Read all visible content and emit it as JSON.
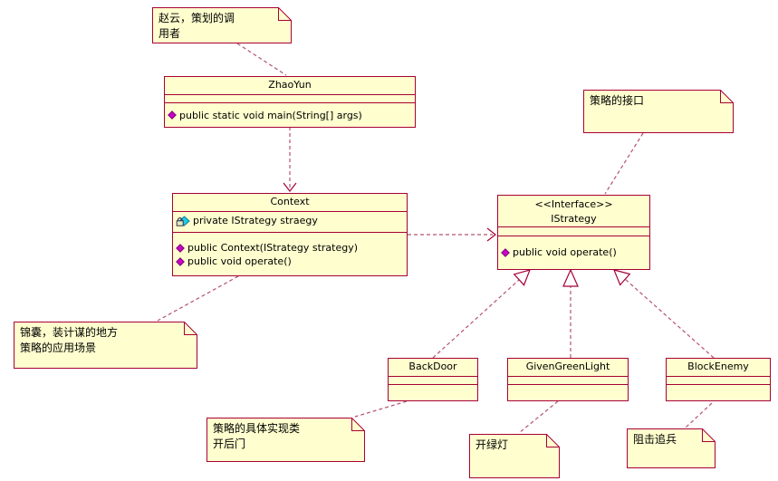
{
  "diagram": {
    "type": "uml-class-diagram",
    "colors": {
      "shape_fill": "#FEFECE",
      "shape_border": "#A80036",
      "connector": "#B5536E",
      "method_icon": "#C800C8",
      "attribute_icon": "#00B8D8",
      "background": "#FFFFFF"
    },
    "classes": {
      "zhaoyun": {
        "name": "ZhaoYun",
        "methods": [
          "public static void main(String[] args)"
        ]
      },
      "context": {
        "name": "Context",
        "attributes": [
          "private IStrategy straegy"
        ],
        "methods": [
          "public Context(IStrategy strategy)",
          "public void operate()"
        ]
      },
      "istrategy": {
        "stereotype": "<<Interface>>",
        "name": "IStrategy",
        "methods": [
          "public void operate()"
        ]
      },
      "backdoor": {
        "name": "BackDoor"
      },
      "givengreenlight": {
        "name": "GivenGreenLight"
      },
      "blockenemy": {
        "name": "BlockEnemy"
      }
    },
    "notes": {
      "zhaoyun": {
        "text": "赵云，策划的调\n用者"
      },
      "interface": {
        "text": "策略的接口"
      },
      "jinnang": {
        "text": "锦囊，装计谋的地方\n策略的应用场景"
      },
      "backdoor": {
        "text": "策略的具体实现类\n开后门"
      },
      "greenlight": {
        "text": "开绿灯"
      },
      "blockenemy": {
        "text": "阻击追兵"
      }
    },
    "relationships": [
      {
        "from": "ZhaoYun",
        "to": "Context",
        "type": "dependency"
      },
      {
        "from": "Context",
        "to": "IStrategy",
        "type": "dependency"
      },
      {
        "from": "BackDoor",
        "to": "IStrategy",
        "type": "realization"
      },
      {
        "from": "GivenGreenLight",
        "to": "IStrategy",
        "type": "realization"
      },
      {
        "from": "BlockEnemy",
        "to": "IStrategy",
        "type": "realization"
      }
    ]
  }
}
